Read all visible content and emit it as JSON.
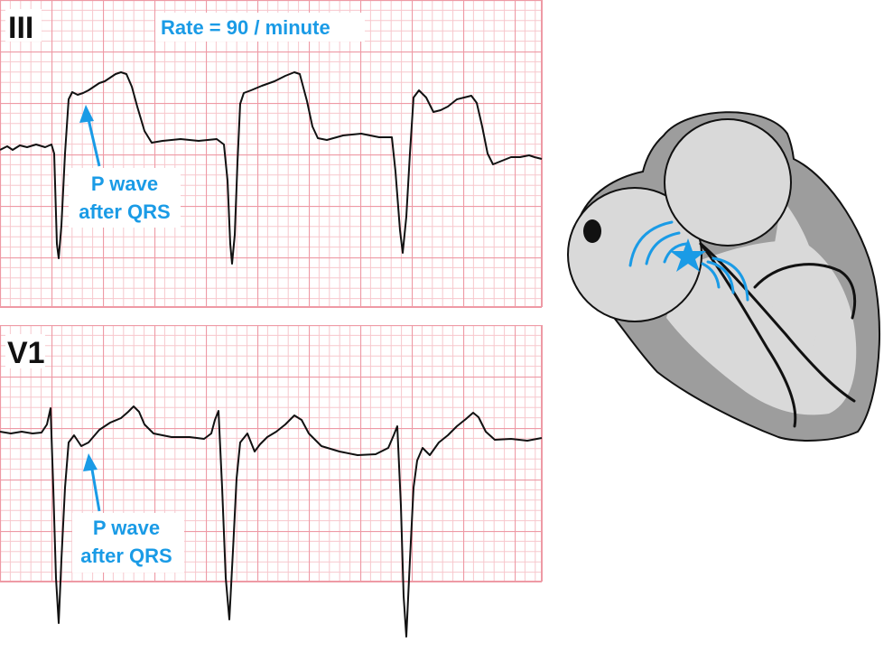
{
  "strips": [
    {
      "lead": "III",
      "header": "Rate = 90 / minute",
      "note_line1": "P wave",
      "note_line2": "after QRS"
    },
    {
      "lead": "V1",
      "header": "",
      "note_line1": "P wave",
      "note_line2": "after QRS"
    }
  ],
  "colors": {
    "grid_minor": "#f7c8cd",
    "grid_major": "#ee9aa5",
    "trace": "#111111",
    "annotation": "#1a9be6",
    "heart_outer": "#9d9d9d",
    "heart_inner": "#d9d9d9",
    "star": "#1a9be6"
  },
  "icons": {
    "heart": "heart-cross-section-icon",
    "pacing_site": "star-icon",
    "lead_wire": "pacemaker-lead-icon"
  }
}
